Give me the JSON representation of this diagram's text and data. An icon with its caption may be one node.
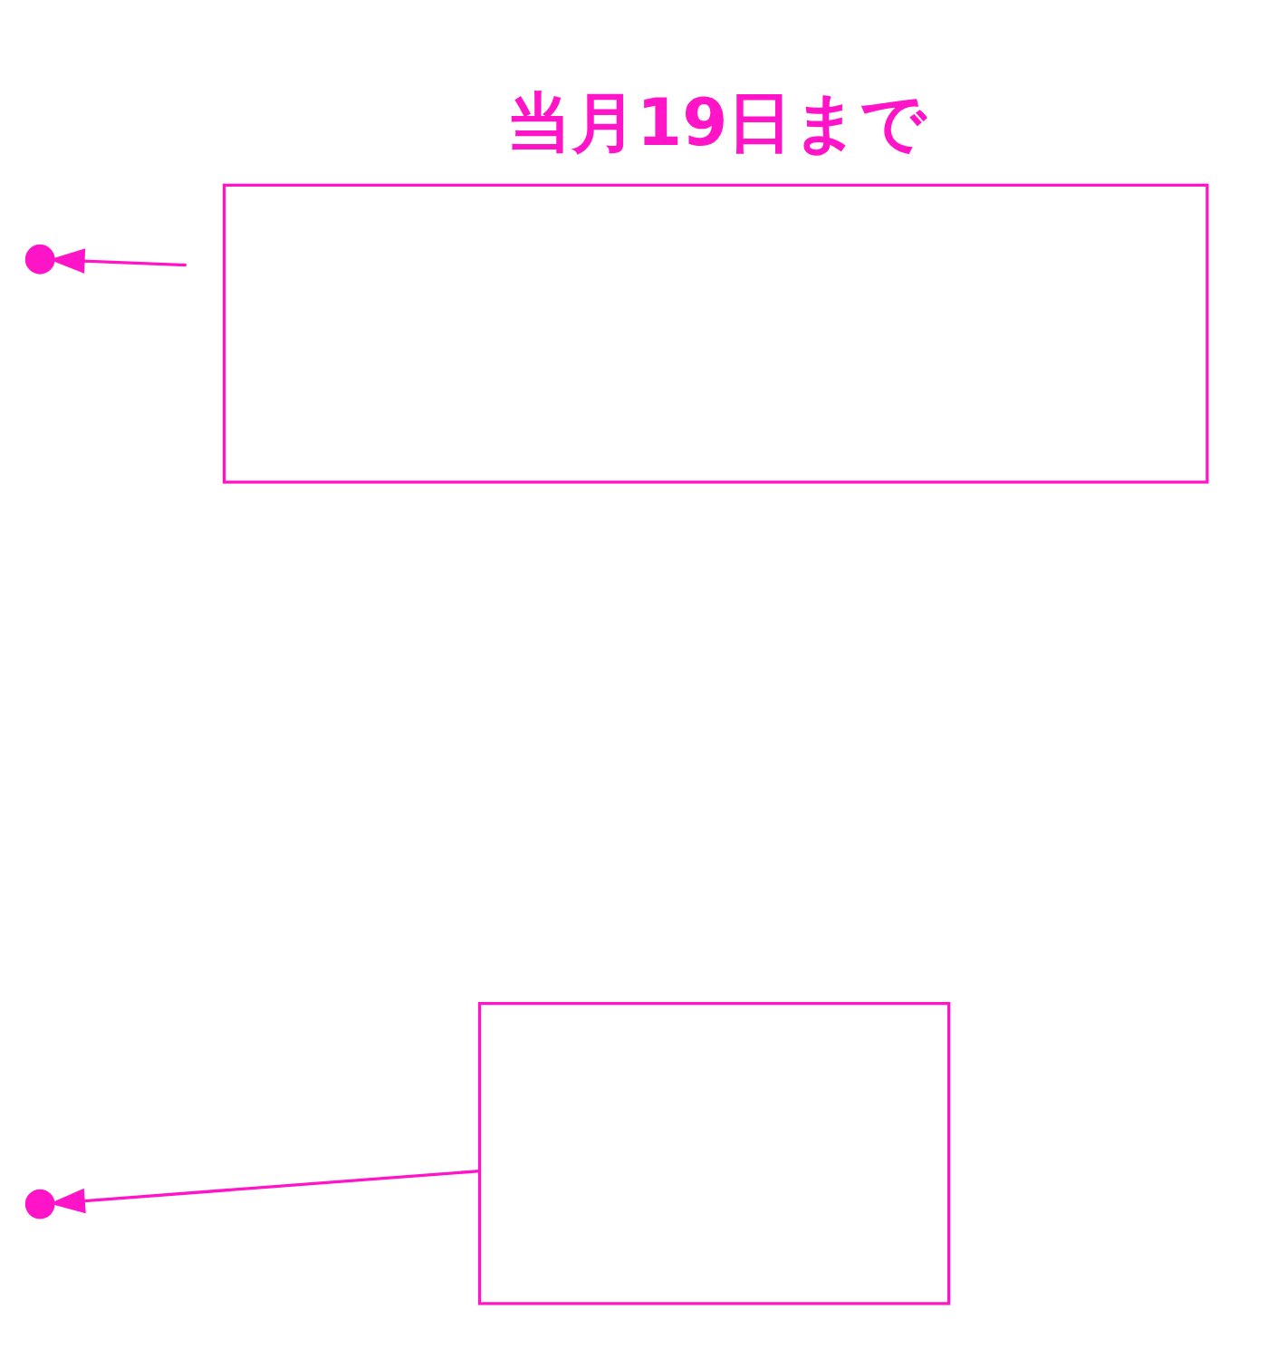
{
  "diagram": {
    "nodes": [
      {
        "text": [
          "当月19日まで"
        ]
      },
      {
        "text": [],
        "shape": "circle"
      },
      {
        "text": [],
        "shape": "box"
      },
      {
        "text": [],
        "shape": "circle"
      }
    ],
    "edges": [
      {
        "from": 0,
        "to": 1,
        "arrow": "to"
      },
      {
        "from": 2,
        "to": 3,
        "arrow": "to"
      }
    ]
  }
}
